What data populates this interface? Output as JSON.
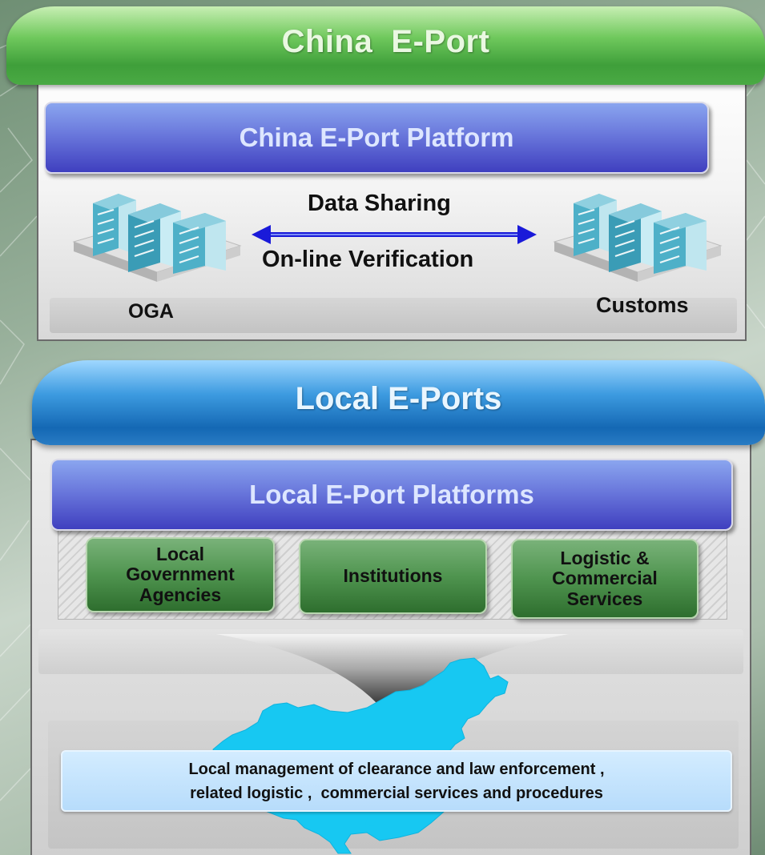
{
  "china_eport": {
    "banner_title": "China  E-Port",
    "platform_label": "China E-Port Platform",
    "link_top_label": "Data Sharing",
    "link_bottom_label": "On-line Verification",
    "left_node_label": "OGA",
    "right_node_label": "Customs"
  },
  "local_eports": {
    "banner_title": "Local E-Ports",
    "platform_label": "Local E-Port Platforms",
    "components": [
      {
        "label": "Local Government Agencies"
      },
      {
        "label": "Institutions"
      },
      {
        "label": "Logistic & Commercial Services"
      }
    ],
    "caption_line1": "Local management of clearance and law enforcement ,",
    "caption_line2": "related logistic ,  commercial services and procedures"
  },
  "colors": {
    "green_banner": "#4aaa44",
    "blue_banner": "#1468b4",
    "platform_bar": "#3f3fbf",
    "component_box": "#2e6e2e",
    "map_fill": "#17c8f2",
    "arrow": "#1a1ad9"
  },
  "icons": [
    "building-cluster-icon",
    "double-arrow-icon",
    "china-map-icon",
    "down-arrow-icon"
  ]
}
